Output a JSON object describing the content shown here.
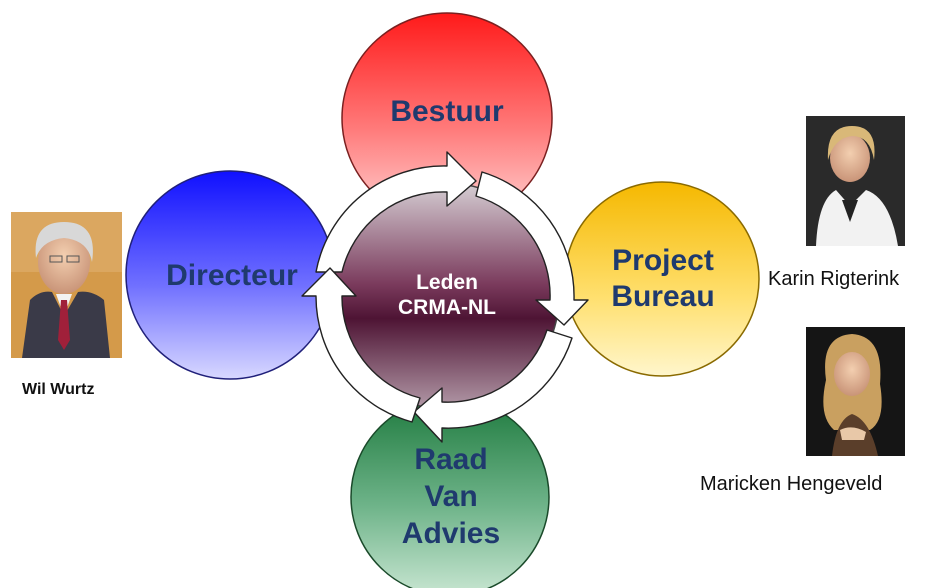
{
  "diagram": {
    "center": {
      "line1": "Leden",
      "line2": "CRMA-NL"
    },
    "nodes": {
      "bestuur": "Bestuur",
      "directeur": "Directeur",
      "project_bureau": {
        "line1": "Project",
        "line2": "Bureau"
      },
      "raad_van_advies": {
        "line1": "Raad",
        "line2": "Van",
        "line3": "Advies"
      }
    }
  },
  "people": {
    "director_name": "Wil Wurtz",
    "person_one_name": "Karin Rigterink",
    "person_two_name": "Maricken Hengeveld"
  },
  "colors": {
    "bestuur": "#f01818",
    "directeur": "#2428e0",
    "project_bureau": "#f2c000",
    "raad_van_advies": "#2e8a4e",
    "center": "#5a1a3e",
    "label_text": "#1f3a6e"
  }
}
